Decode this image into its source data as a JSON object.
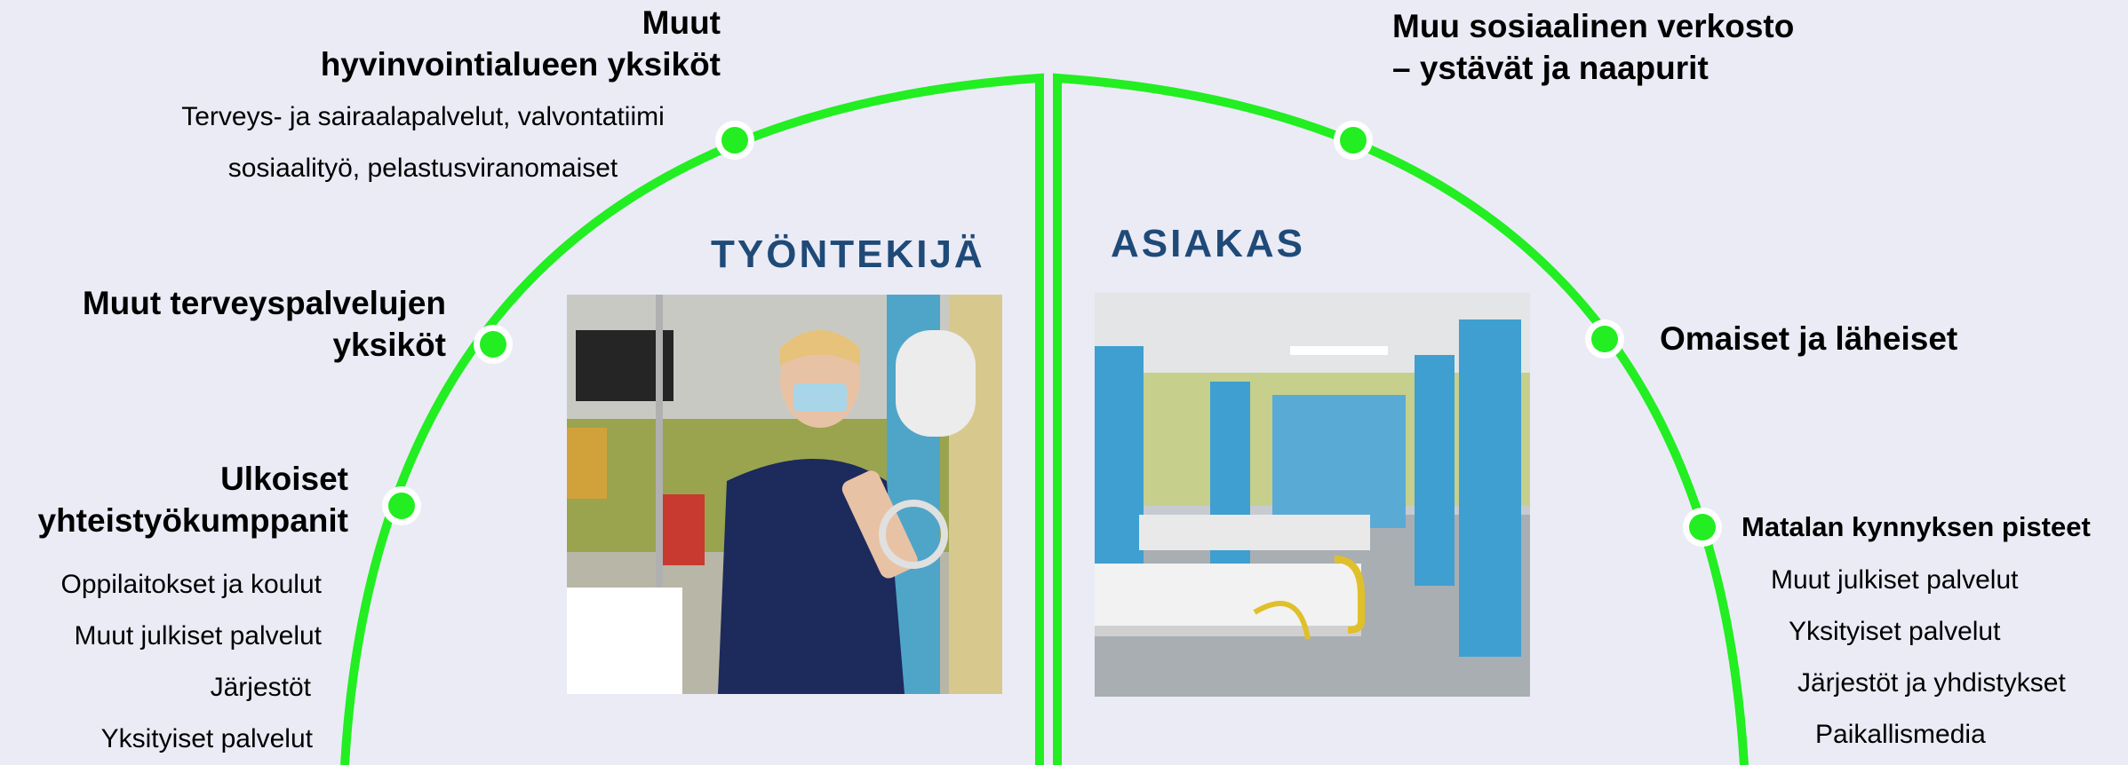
{
  "colors": {
    "background": "#ebebf6",
    "arc": "#22ee22",
    "node_fill": "#22ee22",
    "node_ring": "#ffffff",
    "title": "#1f4a78"
  },
  "left": {
    "title": "TYÖNTEKIJÄ",
    "image_icon": "nurse-photo",
    "nodes": [
      {
        "heading_lines": [
          "Muut",
          "hyvinvointialueen yksiköt"
        ],
        "items": [
          "Terveys- ja sairaalapalvelut, valvontatiimi",
          "sosiaalityö, pelastusviranomaiset"
        ]
      },
      {
        "heading_lines": [
          "Muut terveyspalvelujen",
          "yksiköt"
        ],
        "items": []
      },
      {
        "heading_lines": [
          "Ulkoiset",
          "yhteistyökumppanit"
        ],
        "items": [
          "Oppilaitokset ja koulut",
          "Muut julkiset palvelut",
          "Järjestöt",
          "Yksityiset palvelut"
        ]
      }
    ]
  },
  "right": {
    "title": "ASIAKAS",
    "image_icon": "hospital-ward-photo",
    "nodes": [
      {
        "heading_lines": [
          "Muu sosiaalinen verkosto",
          "– ystävät ja naapurit"
        ],
        "items": []
      },
      {
        "heading_lines": [
          "Omaiset ja läheiset"
        ],
        "items": []
      },
      {
        "heading_lines": [
          "Matalan kynnyksen pisteet"
        ],
        "items": [
          "Muut julkiset palvelut",
          "Yksityiset palvelut",
          "Järjestöt ja yhdistykset",
          "Paikallismedia"
        ]
      }
    ]
  }
}
